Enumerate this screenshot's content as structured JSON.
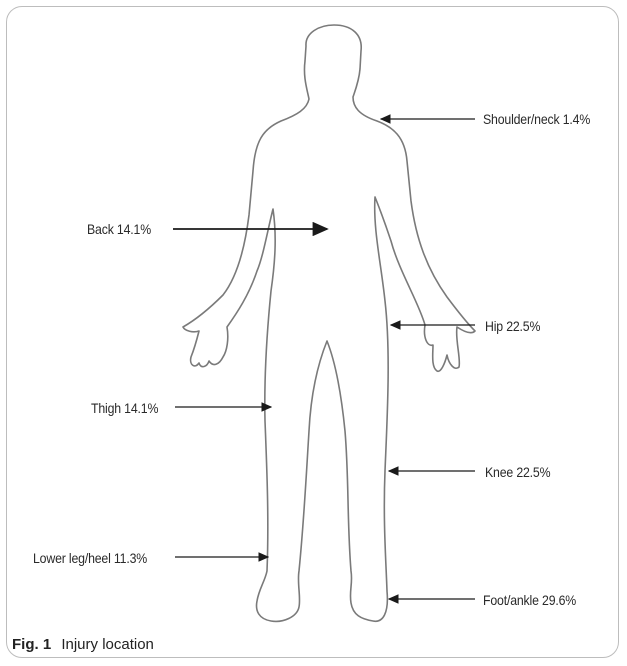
{
  "labels": {
    "shoulder": "Shoulder/neck 1.4%",
    "back": "Back 14.1%",
    "hip": "Hip 22.5%",
    "thigh": "Thigh 14.1%",
    "knee": "Knee 22.5%",
    "lower_leg": "Lower leg/heel 11.3%",
    "foot": "Foot/ankle 29.6%"
  },
  "caption": {
    "figure_label": "Fig. 1",
    "text": "Injury location"
  },
  "colors": {
    "outline": "#7a7a7a",
    "arrow": "#1a1a1a",
    "border": "#bdbdbd"
  }
}
